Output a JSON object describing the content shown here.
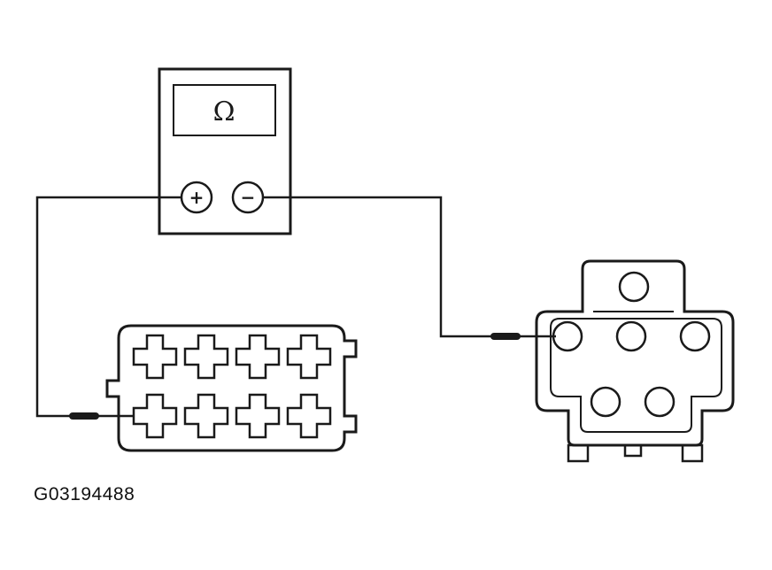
{
  "meter": {
    "display_symbol": "Ω",
    "positive_label": "+",
    "negative_label": "−"
  },
  "left_connector": {
    "cavity_rows": 2,
    "cavities_per_row": 4
  },
  "right_connector": {
    "pin_count": 6
  },
  "figure_id": "G03194488",
  "colors": {
    "ink": "#1a1a1a",
    "background": "#ffffff"
  }
}
